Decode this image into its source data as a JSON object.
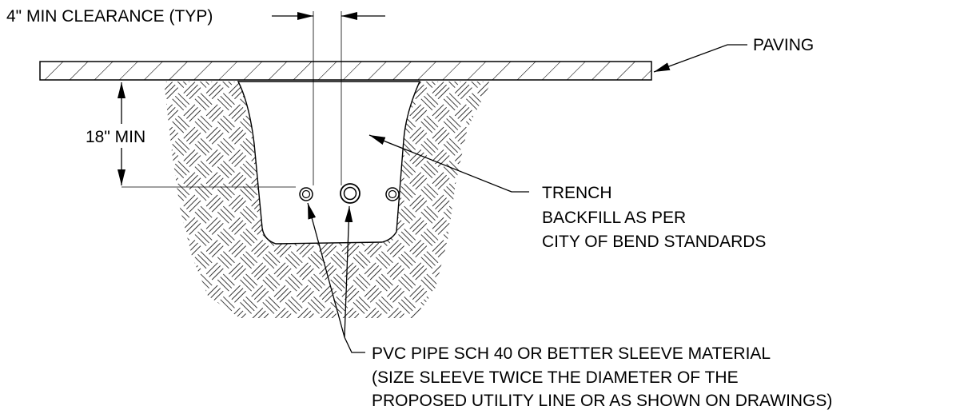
{
  "labels": {
    "clearance": "4\" MIN CLEARANCE (TYP)",
    "paving": "PAVING",
    "depth": "18\" MIN",
    "trench": "TRENCH",
    "backfill_1": "BACKFILL AS PER",
    "backfill_2": "CITY OF BEND STANDARDS",
    "pipe_1": "PVC PIPE SCH 40  OR BETTER SLEEVE MATERIAL",
    "pipe_2": "(SIZE SLEEVE TWICE THE DIAMETER OF THE",
    "pipe_3": "PROPOSED UTILITY LINE OR AS SHOWN ON DRAWINGS)"
  },
  "colors": {
    "ink": "#000000",
    "background": "#ffffff"
  }
}
